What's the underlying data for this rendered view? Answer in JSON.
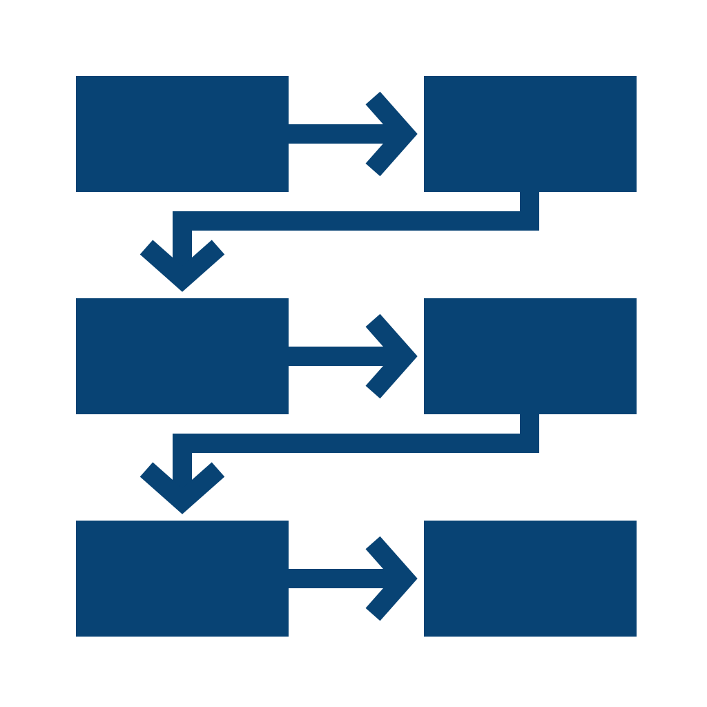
{
  "diagram": {
    "type": "process-flow-icon",
    "colors": {
      "background": "#ffffff",
      "shape_fill": "#084374"
    },
    "boxes": [
      {
        "id": "box-1",
        "text": ""
      },
      {
        "id": "box-2",
        "text": ""
      },
      {
        "id": "box-3",
        "text": ""
      },
      {
        "id": "box-4",
        "text": ""
      },
      {
        "id": "box-5",
        "text": ""
      },
      {
        "id": "box-6",
        "text": ""
      }
    ],
    "connectors": [
      {
        "from": "box-1",
        "to": "box-2",
        "direction": "right"
      },
      {
        "from": "box-2",
        "to": "box-3",
        "direction": "down"
      },
      {
        "from": "box-3",
        "to": "box-4",
        "direction": "right"
      },
      {
        "from": "box-4",
        "to": "box-5",
        "direction": "down"
      },
      {
        "from": "box-5",
        "to": "box-6",
        "direction": "right"
      }
    ]
  }
}
